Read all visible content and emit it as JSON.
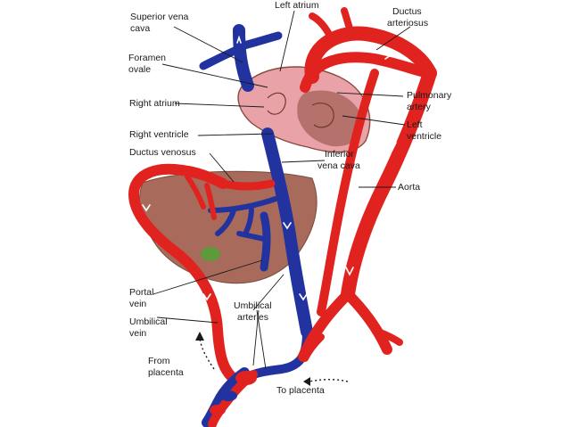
{
  "labels": {
    "superior_vena_cava": [
      "Superior vena",
      "cava"
    ],
    "left_atrium": [
      "Left atrium"
    ],
    "ductus_arteriosus": [
      "Ductus",
      "arteriosus"
    ],
    "foramen_ovale": [
      "Foramen",
      "ovale"
    ],
    "right_atrium": [
      "Right atrium"
    ],
    "pulmonary_artery": [
      "Pulmonary",
      "artery"
    ],
    "left_ventricle": [
      "Left",
      "ventricle"
    ],
    "right_ventricle": [
      "Right ventricle"
    ],
    "ductus_venosus": [
      "Ductus venosus"
    ],
    "inferior_vena_cava": [
      "Inferior",
      "vena cava"
    ],
    "aorta": [
      "Aorta"
    ],
    "portal_vein": [
      "Portal",
      "vein"
    ],
    "umbilical_arteries": [
      "Umbilical",
      "arteries"
    ],
    "umbilical_vein": [
      "Umbilical",
      "vein"
    ],
    "from_placenta": [
      "From",
      "placenta"
    ],
    "to_placenta": [
      "To placenta"
    ]
  },
  "colors": {
    "artery": "#e0231f",
    "vein": "#2233a0",
    "heart": "#e9a3a8",
    "heart_dark": "#8a4a3c",
    "liver": "#a86a5a",
    "gallbladder": "#5d9a3a"
  }
}
